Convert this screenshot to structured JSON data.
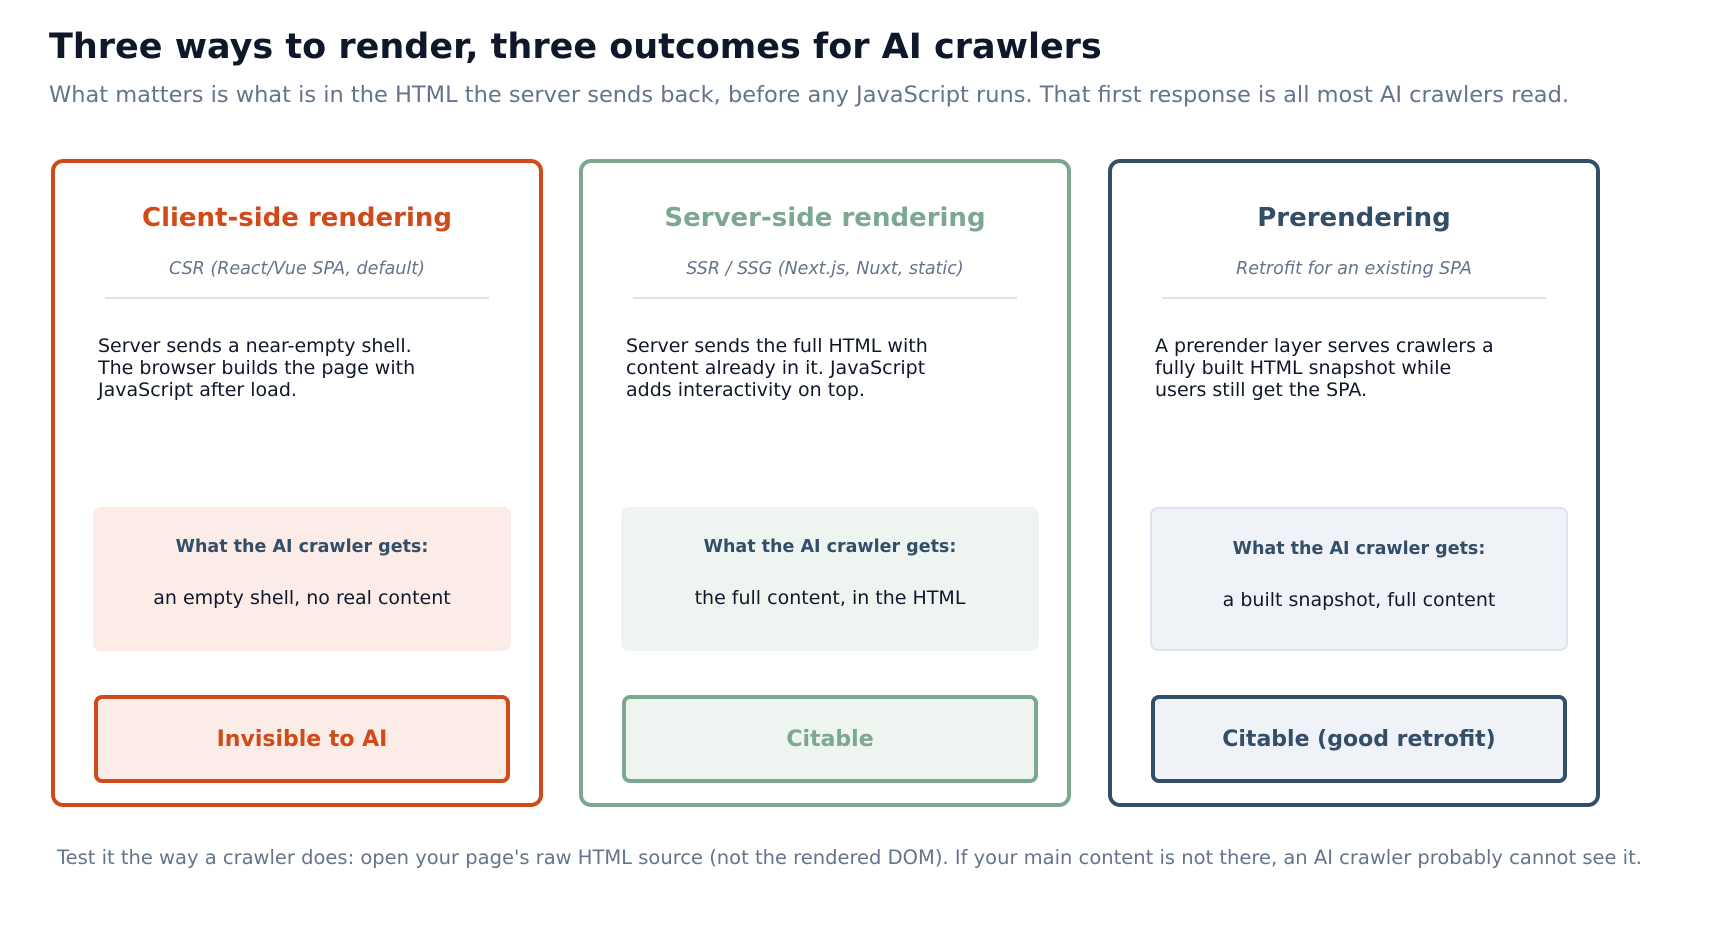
{
  "header": {
    "title": "Three ways to render, three outcomes for AI crawlers",
    "subtitle": "What matters is what is in the HTML the server sends back, before any JavaScript runs. That first response is all most AI crawlers read."
  },
  "cards": [
    {
      "title": "Client-side rendering",
      "subtitle": "CSR (React/Vue SPA, default)",
      "description": "Server sends a near-empty shell. The browser builds the page with JavaScript after load.",
      "gets_label": "What the AI crawler gets:",
      "gets_value": "an empty shell, no real content",
      "verdict": "Invisible to AI",
      "accent_color": "#d14a1a",
      "tint_color": "#fbece7"
    },
    {
      "title": "Server-side rendering",
      "subtitle": "SSR / SSG (Next.js, Nuxt, static)",
      "description": "Server sends the full HTML with content already in it. JavaScript adds interactivity on top.",
      "gets_label": "What the AI crawler gets:",
      "gets_value": "the full content, in the HTML",
      "verdict": "Citable",
      "accent_color": "#7da890",
      "tint_color": "#eef4f0"
    },
    {
      "title": "Prerendering",
      "subtitle": "Retrofit for an existing SPA",
      "description": "A prerender layer serves crawlers a fully built HTML snapshot while users still get the SPA.",
      "gets_label": "What the AI crawler gets:",
      "gets_value": "a built snapshot, full content",
      "verdict": "Citable (good retrofit)",
      "accent_color": "#334e68",
      "tint_color": "#eff3f7"
    }
  ],
  "footer": {
    "note": "Test it the way a crawler does: open your page's raw HTML source (not the rendered DOM). If your main content is not there, an AI crawler probably cannot see it."
  }
}
